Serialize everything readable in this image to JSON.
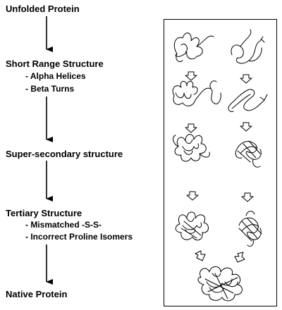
{
  "stages": {
    "unfolded": "Unfolded Protein",
    "short_range": "Short Range Structure",
    "alpha": "- Alpha Helices",
    "beta": "- Beta Turns",
    "supersecondary": "Super-secondary structure",
    "tertiary": "Tertiary Structure",
    "ss": "- Mismatched -S-S-",
    "proline": "- Incorrect Proline Isomers",
    "native": "Native Protein"
  }
}
